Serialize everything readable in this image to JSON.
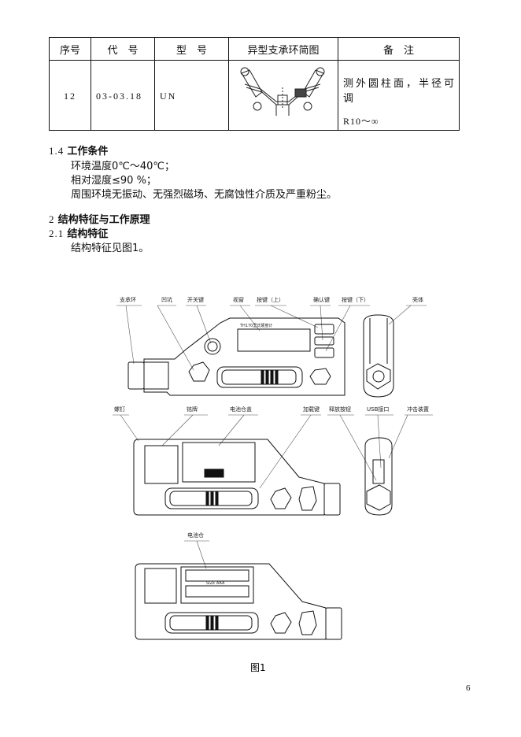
{
  "table": {
    "headers": [
      "序号",
      "代　号",
      "型　号",
      "异型支承环简图",
      "备　注"
    ],
    "row": {
      "no": "12",
      "code": "03-03.18",
      "model": "UN",
      "remark_line1": "测外圆柱面，半径可调",
      "remark_line2": "R10～∞"
    }
  },
  "section_1_4": {
    "num": "1.4",
    "title": "工作条件",
    "lines": [
      "环境温度0℃～40℃；",
      "相对湿度≤90 %；",
      "周围环境无振动、无强烈磁场、无腐蚀性介质及严重粉尘。"
    ]
  },
  "section_2": {
    "num": "2",
    "title": "结构特征与工作原理"
  },
  "section_2_1": {
    "num": "2.1",
    "title": "结构特征",
    "line": "结构特征见图1。"
  },
  "figure": {
    "top_labels": [
      "支承环",
      "凹坑",
      "开关键",
      "视窗",
      "按键（上）",
      "确认键",
      "按键（下）",
      "壳体"
    ],
    "mid_labels": [
      "螺钉",
      "铭牌",
      "电池仓盖",
      "加载键",
      "释放按钮",
      "USB接口",
      "冲击装置"
    ],
    "bottom_label": "电池仓",
    "screen_text": "TH170里氏硬度计",
    "battery_text": "SIZE AAA",
    "caption": "图1"
  },
  "page_number": "6"
}
